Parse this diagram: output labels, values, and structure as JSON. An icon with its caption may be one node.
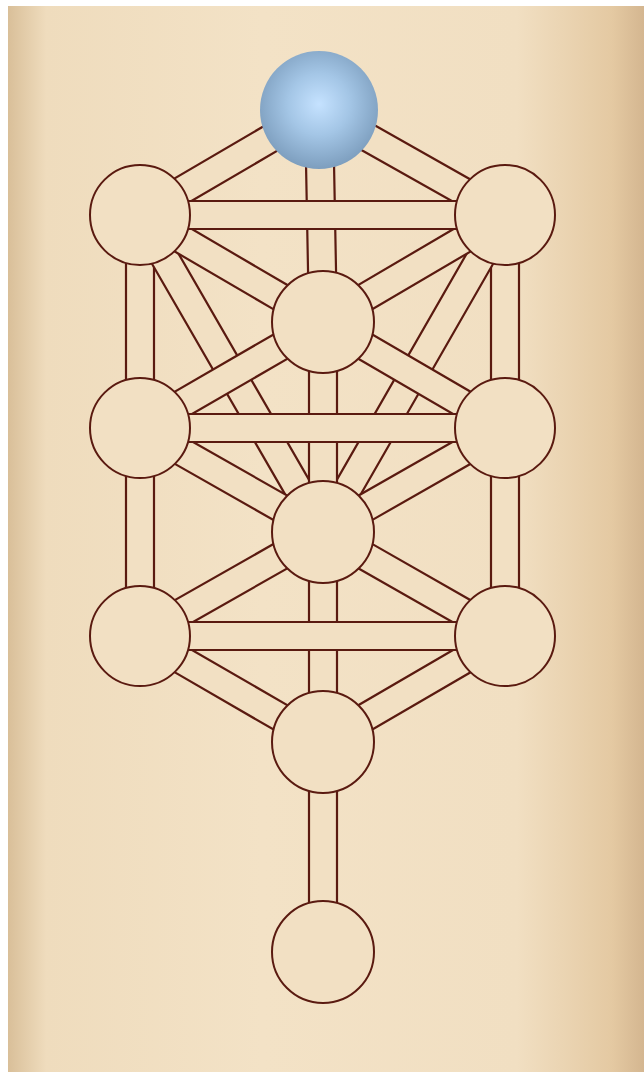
{
  "diagram": {
    "nodes": [
      {
        "text": [],
        "shape": "circle"
      },
      {
        "text": [],
        "shape": "circle"
      },
      {
        "text": [],
        "shape": "circle"
      },
      {
        "text": [],
        "shape": "circle"
      },
      {
        "text": [],
        "shape": "circle"
      },
      {
        "text": [],
        "shape": "circle"
      },
      {
        "text": [],
        "shape": "circle"
      },
      {
        "text": [],
        "shape": "circle"
      },
      {
        "text": [],
        "shape": "circle"
      },
      {
        "text": [],
        "shape": "circle"
      },
      {
        "text": [],
        "shape": "circle"
      }
    ],
    "edges": [
      {
        "from": 0,
        "to": 1,
        "arrow": "none"
      },
      {
        "from": 0,
        "to": 2,
        "arrow": "none"
      },
      {
        "from": 0,
        "to": 3,
        "arrow": "none"
      },
      {
        "from": 1,
        "to": 4,
        "arrow": "none"
      },
      {
        "from": 2,
        "to": 5,
        "arrow": "none"
      },
      {
        "from": 4,
        "to": 7,
        "arrow": "none"
      },
      {
        "from": 5,
        "to": 8,
        "arrow": "none"
      },
      {
        "from": 1,
        "to": 6,
        "arrow": "none"
      },
      {
        "from": 2,
        "to": 6,
        "arrow": "none"
      },
      {
        "from": 3,
        "to": 6,
        "arrow": "none"
      },
      {
        "from": 6,
        "to": 9,
        "arrow": "none"
      },
      {
        "from": 9,
        "to": 10,
        "arrow": "none"
      },
      {
        "from": 1,
        "to": 3,
        "arrow": "none"
      },
      {
        "from": 2,
        "to": 3,
        "arrow": "none"
      },
      {
        "from": 3,
        "to": 4,
        "arrow": "none"
      },
      {
        "from": 3,
        "to": 5,
        "arrow": "none"
      },
      {
        "from": 4,
        "to": 6,
        "arrow": "none"
      },
      {
        "from": 5,
        "to": 6,
        "arrow": "none"
      },
      {
        "from": 6,
        "to": 7,
        "arrow": "none"
      },
      {
        "from": 6,
        "to": 8,
        "arrow": "none"
      },
      {
        "from": 7,
        "to": 9,
        "arrow": "none"
      },
      {
        "from": 8,
        "to": 9,
        "arrow": "none"
      },
      {
        "from": 1,
        "to": 2,
        "arrow": "none"
      },
      {
        "from": 4,
        "to": 5,
        "arrow": "none"
      },
      {
        "from": 7,
        "to": 8,
        "arrow": "none"
      }
    ]
  }
}
